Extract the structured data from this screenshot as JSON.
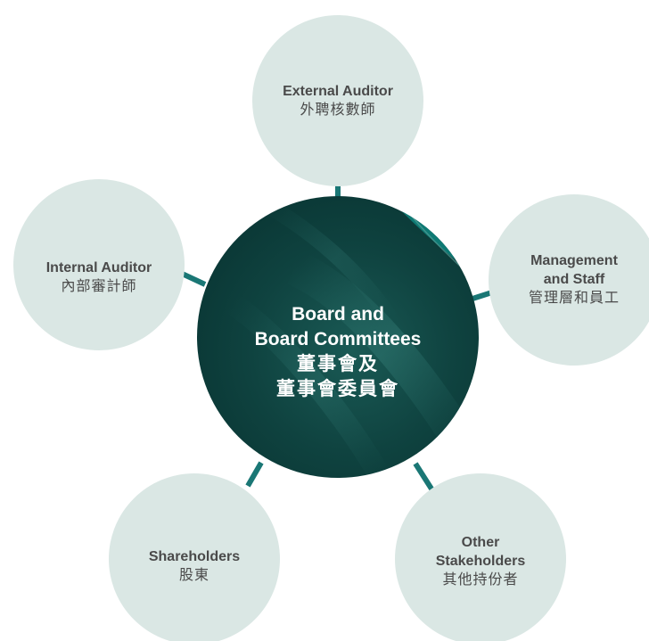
{
  "colors": {
    "node_fill": "#dae7e4",
    "connector": "#1a7775",
    "center_dark": "#0c3c3a",
    "center_mid": "#134c48",
    "center_accent": "#0e7a74",
    "node_text": "#4a4a4a",
    "center_text": "#ffffff"
  },
  "center": {
    "en_line1": "Board and",
    "en_line2": "Board Committees",
    "zh_line1": "董事會及",
    "zh_line2": "董事會委員會"
  },
  "nodes": {
    "external_auditor": {
      "en": "External Auditor",
      "zh": "外聘核數師"
    },
    "management_staff": {
      "en_line1": "Management",
      "en_line2": "and Staff",
      "zh": "管理層和員工"
    },
    "internal_auditor": {
      "en": "Internal Auditor",
      "zh": "內部審計師"
    },
    "shareholders": {
      "en": "Shareholders",
      "zh": "股東"
    },
    "other_stakeholders": {
      "en_line1": "Other",
      "en_line2": "Stakeholders",
      "zh": "其他持份者"
    }
  }
}
